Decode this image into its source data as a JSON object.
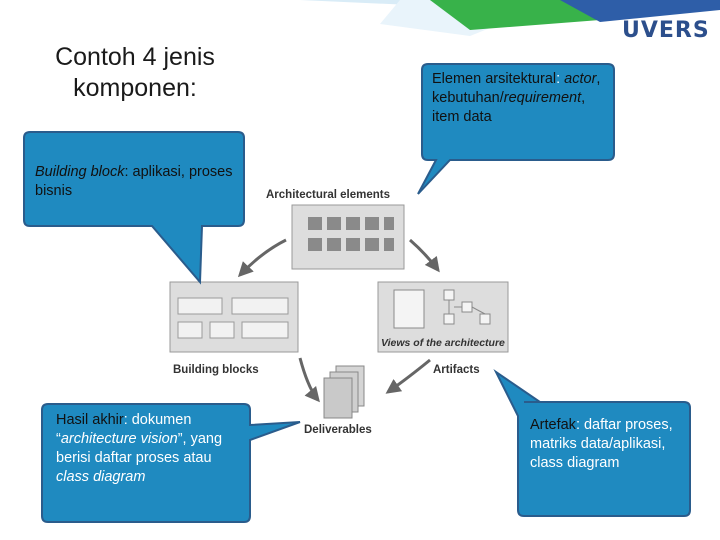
{
  "title": "Contoh 4 jenis komponen:",
  "logo": "UVERS",
  "diagram": {
    "architectural_elements": "Architectural elements",
    "building_blocks": "Building blocks",
    "views_of_architecture": "Views of the architecture",
    "artifacts": "Artifacts",
    "deliverables": "Deliverables"
  },
  "callouts": {
    "elemen": {
      "term": "Elemen arsitektural",
      "sep": ":",
      "i1": "actor",
      "t1": ", kebutuhan/",
      "i2": "requirement",
      "t2": ", item data"
    },
    "building": {
      "term": "Building block",
      "rest": ": aplikasi, proses bisnis"
    },
    "hasil": {
      "term": "Hasil akhir",
      "t1": ": dokumen “",
      "i1": "architecture vision",
      "t2": "”, yang berisi daftar proses atau ",
      "i2": "class diagram"
    },
    "artefak": {
      "term": "Artefak",
      "rest": ": daftar proses, matriks data/aplikasi, class diagram"
    }
  },
  "colors": {
    "callout_fill": "#1f8ac0",
    "callout_border": "#2a5c8c",
    "header_green": "#3bb54a",
    "header_blue": "#2e5ea8"
  }
}
